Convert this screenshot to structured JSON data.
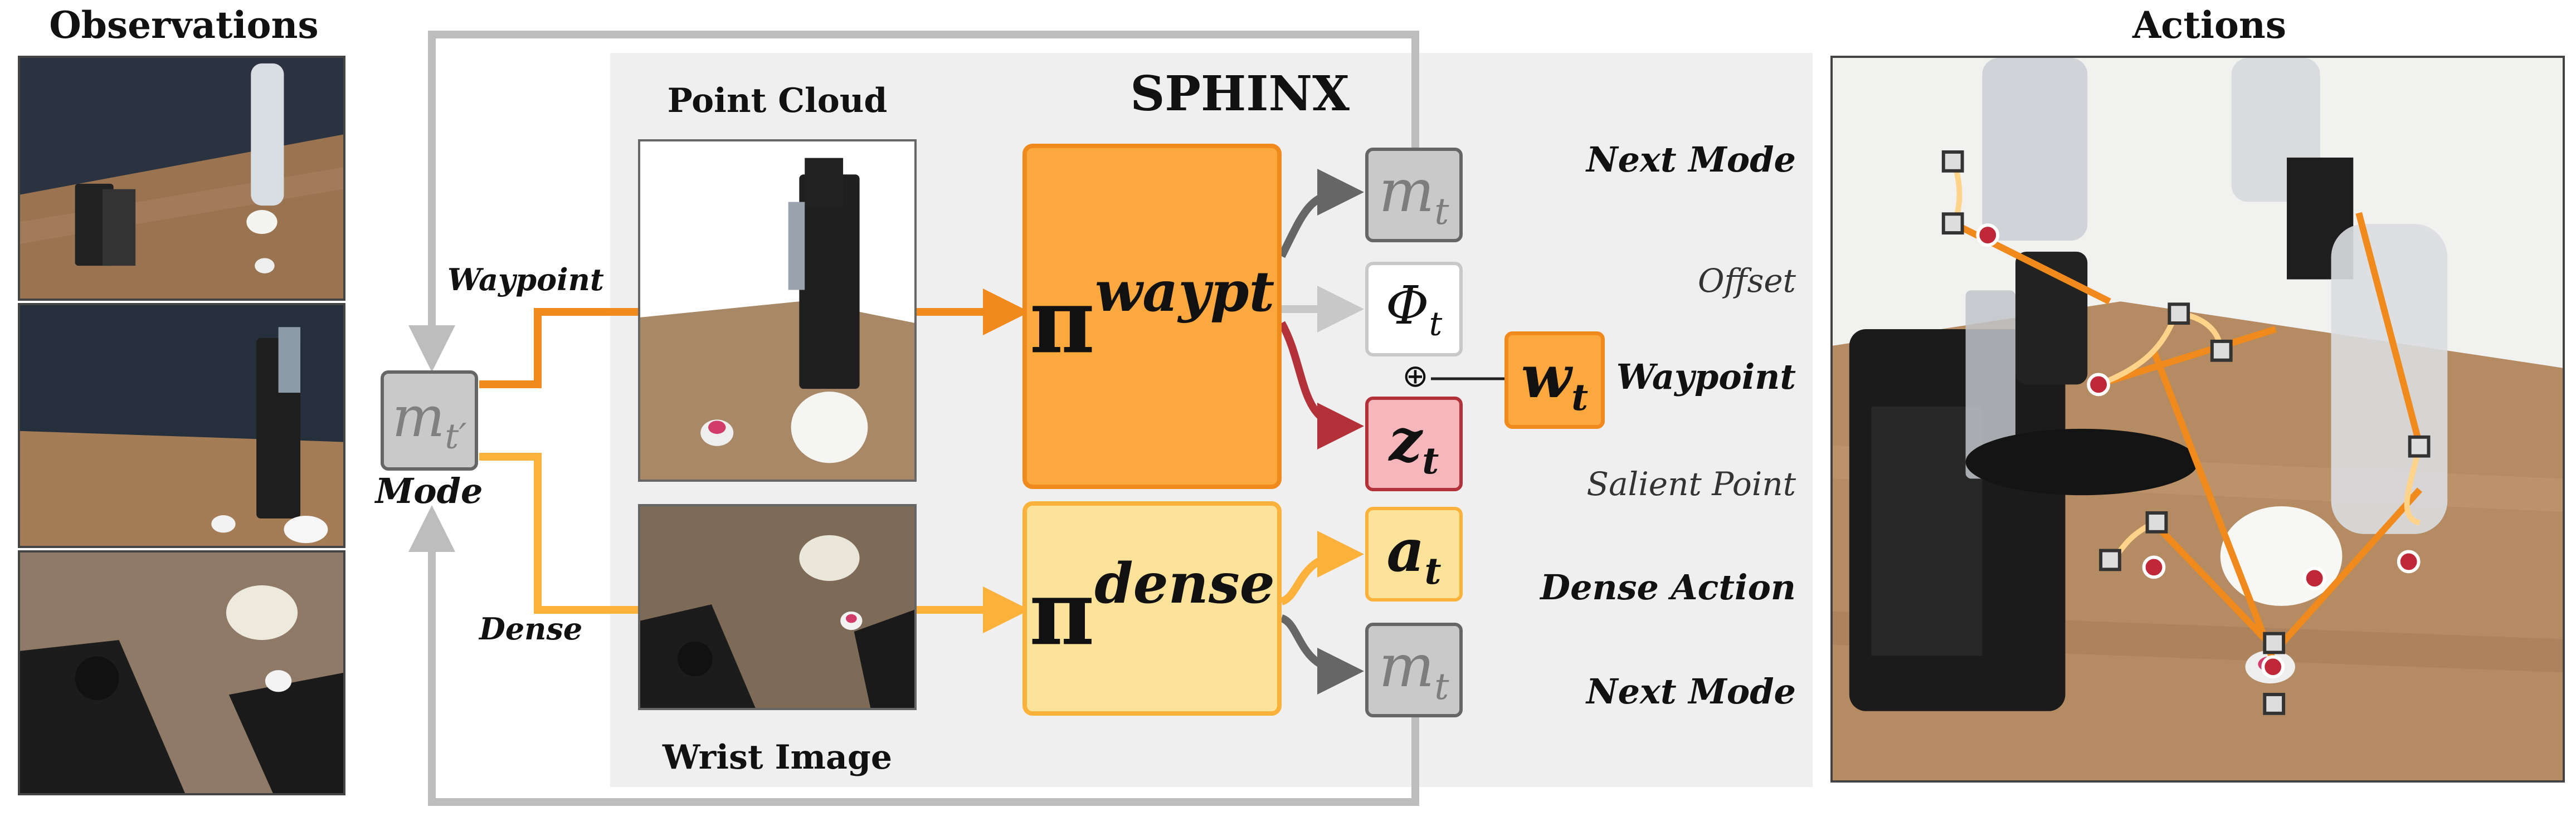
{
  "observations": {
    "title": "Observations"
  },
  "actions": {
    "title": "Actions"
  },
  "sphinx": {
    "title": "SPHINX",
    "point_cloud_label": "Point Cloud",
    "wrist_image_label": "Wrist Image"
  },
  "mode": {
    "symbol": "m",
    "subscript": "t′",
    "label": "Mode"
  },
  "branches": {
    "waypoint": "Waypoint",
    "dense": "Dense"
  },
  "policies": {
    "waypoint": {
      "symbol": "π",
      "superscript": "waypt"
    },
    "dense": {
      "symbol": "π",
      "superscript": "dense"
    }
  },
  "outputs": {
    "next_mode_top": {
      "symbol": "m",
      "subscript": "t"
    },
    "offset": {
      "symbol": "Φ",
      "subscript": "t"
    },
    "salient": {
      "symbol": "z",
      "subscript": "t"
    },
    "dense_action": {
      "symbol": "a",
      "subscript": "t"
    },
    "next_mode_bottom": {
      "symbol": "m",
      "subscript": "t"
    },
    "waypoint": {
      "symbol": "w",
      "subscript": "t"
    },
    "oplus": "⊕"
  },
  "output_labels": {
    "next_mode_top": "Next Mode",
    "offset": "Offset",
    "waypoint": "Waypoint",
    "salient_point": "Salient Point",
    "dense_action": "Dense Action",
    "next_mode_bottom": "Next Mode"
  },
  "colors": {
    "waypoint_orange": "#F08A1C",
    "waypoint_fill": "#FBA83E",
    "dense_yellow": "#FBB13A",
    "dense_fill": "#FDE39A",
    "gray_box": "#C9C9C9",
    "panel": "#EFEFEF",
    "salient_red": "#B3323A",
    "salient_fill": "#F6B7BC"
  }
}
